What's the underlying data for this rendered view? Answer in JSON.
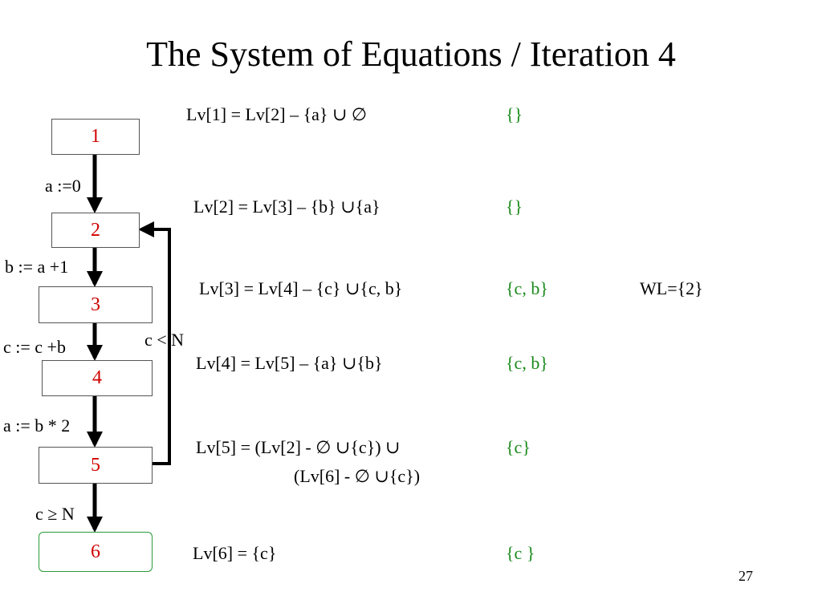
{
  "title": "The System of Equations / Iteration 4",
  "nodes": [
    "1",
    "2",
    "3",
    "4",
    "5",
    "6"
  ],
  "edges": {
    "e12": "a :=0",
    "e23": "b := a +1",
    "e34": "c := c +b",
    "e45": "a := b * 2",
    "e56": "c ≥ N",
    "back": "c < N"
  },
  "equations": [
    {
      "lhs": "Lv[1] = Lv[2] – {a} ∪ ∅",
      "value": "{}"
    },
    {
      "lhs": "Lv[2] = Lv[3] – {b} ∪{a}",
      "value": "{}"
    },
    {
      "lhs": "Lv[3] = Lv[4] – {c} ∪{c, b}",
      "value": "{c, b}"
    },
    {
      "lhs": "Lv[4] = Lv[5] – {a} ∪{b}",
      "value": "{c, b}"
    },
    {
      "lhs": "Lv[5] = (Lv[2] - ∅ ∪{c})  ∪",
      "lhs2": "(Lv[6] - ∅ ∪{c})",
      "value": "{c}"
    },
    {
      "lhs": "Lv[6] = {c}",
      "value": "{c }"
    }
  ],
  "worklist": "WL={2}",
  "page_number": "27"
}
